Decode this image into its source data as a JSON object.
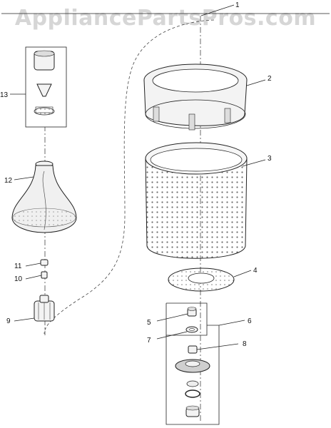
{
  "watermark": {
    "text": "AppliancePartsPros.com"
  },
  "callouts": [
    {
      "id": "1",
      "label": "1"
    },
    {
      "id": "2",
      "label": "2"
    },
    {
      "id": "3",
      "label": "3"
    },
    {
      "id": "4",
      "label": "4"
    },
    {
      "id": "5",
      "label": "5"
    },
    {
      "id": "6",
      "label": "6"
    },
    {
      "id": "7",
      "label": "7"
    },
    {
      "id": "8",
      "label": "8"
    },
    {
      "id": "9",
      "label": "9"
    },
    {
      "id": "10",
      "label": "10"
    },
    {
      "id": "11",
      "label": "11"
    },
    {
      "id": "12",
      "label": "12"
    },
    {
      "id": "13",
      "label": "13"
    }
  ]
}
